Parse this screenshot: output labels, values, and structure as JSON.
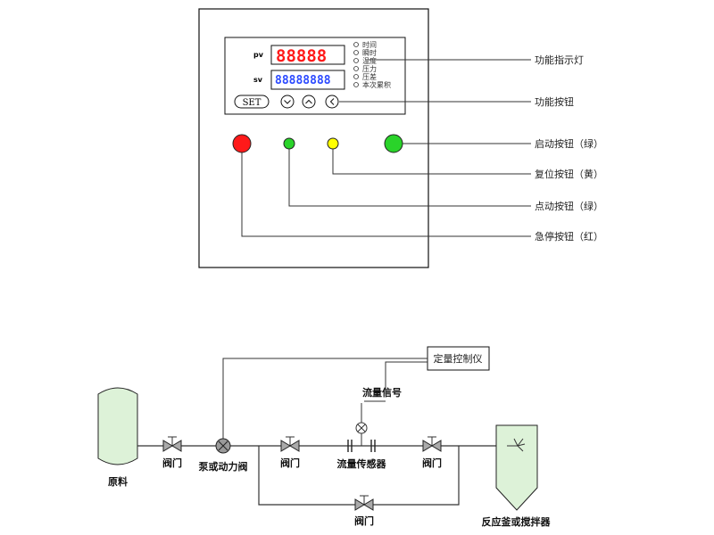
{
  "panel": {
    "pv_label": "pv",
    "sv_label": "sv",
    "pv_value": "88888",
    "sv_value": "88888888",
    "set_button": "SET",
    "indicators": [
      "时间",
      "瞬时",
      "温度",
      "压力",
      "压差",
      "本次累积"
    ],
    "colors": {
      "red_button": "#ff1a1a",
      "green_button": "#2ad32a",
      "yellow_button": "#ffff00"
    }
  },
  "callouts": {
    "indicator_lamps": "功能指示灯",
    "function_buttons": "功能按钮",
    "start_button": "启动按钮（绿）",
    "reset_button": "复位按钮（黄）",
    "jog_button": "点动按钮（绿）",
    "estop_button": "急停按钮（红）"
  },
  "process": {
    "controller": "定量控制仪",
    "flow_signal": "流量信号",
    "raw_material": "原料",
    "valve1": "阀门",
    "pump": "泵或动力阀",
    "valve2": "阀门",
    "flow_sensor": "流量传感器",
    "valve3": "阀门",
    "bypass_valve": "阀门",
    "reactor": "反应釜或搅拌器",
    "colors": {
      "vessel_fill": "#ddf2d8",
      "pipe": "#333333"
    }
  }
}
